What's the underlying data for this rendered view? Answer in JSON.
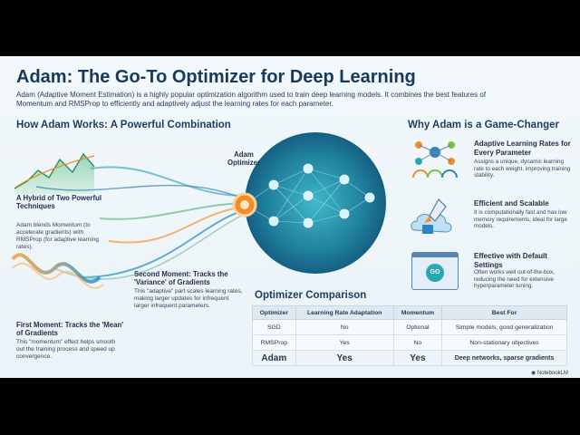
{
  "title": "Adam: The Go-To Optimizer for Deep Learning",
  "intro": "Adam (Adaptive Moment Estimation) is a highly popular optimization algorithm used to train deep learning models. It combines the best features of Momentum and RMSProp to efficiently and adaptively adjust the learning rates for each parameter.",
  "how": {
    "heading": "How Adam Works: A Powerful Combination",
    "hybrid_title": "A Hybrid of Two Powerful Techniques",
    "hybrid_text": "Adam blends Momentum (to accelerate gradients) with RMSProp (for adaptive learning rates).",
    "optimizer_label": "Adam Optimizer",
    "second_title": "Second Moment: Tracks the 'Variance' of Gradients",
    "second_text": "This \"adaptive\" part scales learning rates, making larger updates for infrequent larger infrequent parameters.",
    "first_title": "First Moment: Tracks the 'Mean' of Gradients",
    "first_text": "This \"momentum\" effect helps smooth out the training process and speed up convergence."
  },
  "why": {
    "heading": "Why Adam is a Game-Changer",
    "items": [
      {
        "title": "Adaptive Learning Rates for Every Parameter",
        "text": "Assigns a unique, dynamic learning rate to each weight, improving training stability."
      },
      {
        "title": "Efficient and Scalable",
        "text": "It is computationally fast and has low memory requirements, ideal for large models."
      },
      {
        "title": "Effective with Default Settings",
        "text": "Often works well out-of-the-box, reducing the need for extensive hyperparameter tuning."
      }
    ],
    "go_label": "GO"
  },
  "comparison": {
    "heading": "Optimizer Comparison",
    "headers": [
      "Optimizer",
      "Learning Rate Adaptation",
      "Momentum",
      "Best For"
    ],
    "rows": [
      [
        "SGD",
        "No",
        "Optional",
        "Simple models, good generalization"
      ],
      [
        "RMSProp",
        "Yes",
        "No",
        "Non-stationary objectives"
      ],
      [
        "Adam",
        "Yes",
        "Yes",
        "Deep networks, sparse gradients"
      ]
    ]
  },
  "branding": "NotebookLM",
  "colors": {
    "dark_blue": "#173a5a",
    "teal": "#2aa6b5",
    "orange": "#f28c28",
    "green": "#7cc242"
  }
}
